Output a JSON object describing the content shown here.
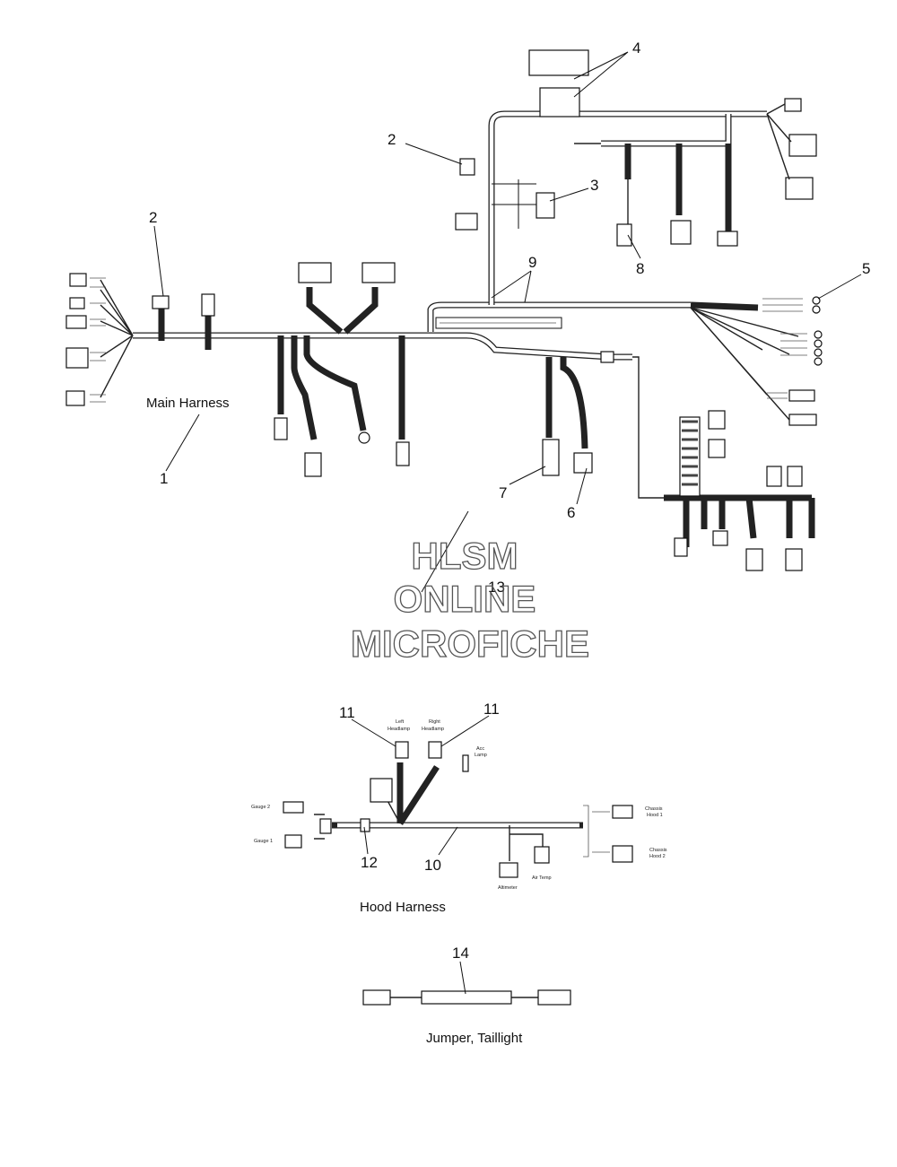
{
  "callouts": [
    "1",
    "2",
    "2",
    "3",
    "4",
    "5",
    "6",
    "7",
    "8",
    "9",
    "10",
    "11",
    "11",
    "12",
    "13",
    "14"
  ],
  "labels": {
    "main_harness": "Main Harness",
    "hood_harness": "Hood Harness",
    "jumper_taillight": "Jumper, Taillight"
  },
  "watermark": {
    "line1": "HLSM",
    "line2": "ONLINE",
    "line3": "MICROFICHE"
  },
  "hood_connectors": {
    "gauge_2": "Gauge 2",
    "gauge_1": "Gauge 1",
    "left_headlamp": [
      "Left",
      "Headlamp"
    ],
    "right_headlamp": [
      "Right",
      "Headlamp"
    ],
    "acc_lamp": [
      "Acc",
      "Lamp"
    ],
    "chassis_hood_1": [
      "Chassis",
      "Hood 1"
    ],
    "chassis_hood_2": [
      "Chassis",
      "Hood 2"
    ],
    "altimeter": "Altimeter",
    "air_temp": "Air Temp"
  },
  "colors": {
    "line": "#222222",
    "background": "#ffffff",
    "watermark": "#555555"
  }
}
